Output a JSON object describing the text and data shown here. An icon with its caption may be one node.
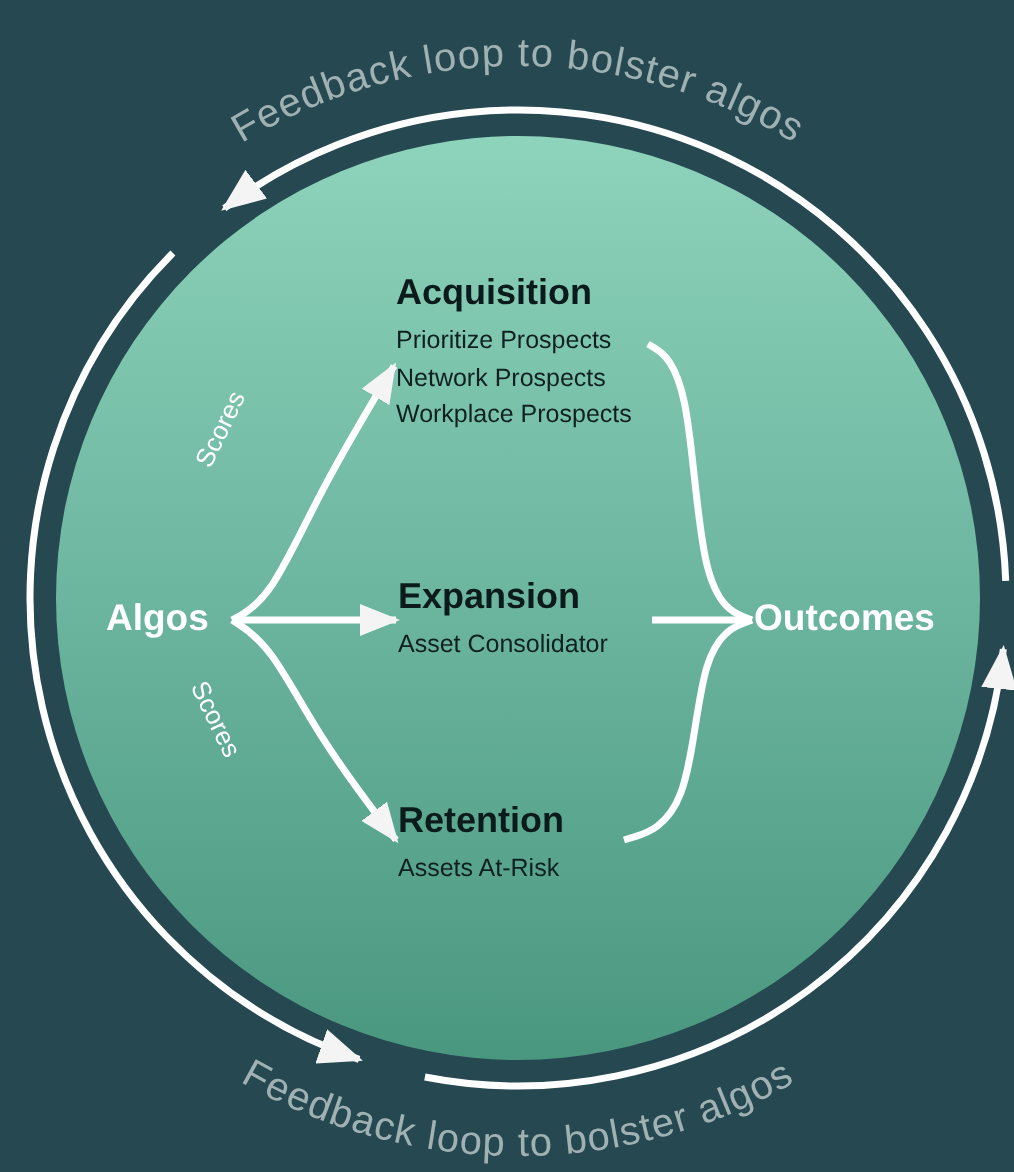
{
  "diagram": {
    "nodes": [
      {
        "text": [],
        "shape": "circle"
      },
      {
        "text": [
          "Algos"
        ],
        "in": 0
      },
      {
        "text": [
          "Acquisition",
          "Prioritize Prospects",
          "Network Prospects",
          "Workplace Prospects"
        ],
        "in": 0
      },
      {
        "text": [
          "Expansion",
          "Asset Consolidator"
        ],
        "in": 0
      },
      {
        "text": [
          "Retention",
          "Assets At-Risk"
        ],
        "in": 0
      },
      {
        "text": [
          "Outcomes"
        ],
        "in": 0
      }
    ],
    "edges": [
      {
        "from": 1,
        "to": 2,
        "arrow": "to",
        "label": "Scores"
      },
      {
        "from": 1,
        "to": 3,
        "arrow": "to"
      },
      {
        "from": 1,
        "to": 4,
        "arrow": "to",
        "label": "Scores"
      },
      {
        "from": 2,
        "to": 5,
        "arrow": "none"
      },
      {
        "from": 3,
        "to": 5,
        "arrow": "none"
      },
      {
        "from": 4,
        "to": 5,
        "arrow": "none"
      }
    ],
    "labels": [
      "Feedback loop to bolster algos",
      "Feedback loop to bolster algos"
    ]
  }
}
